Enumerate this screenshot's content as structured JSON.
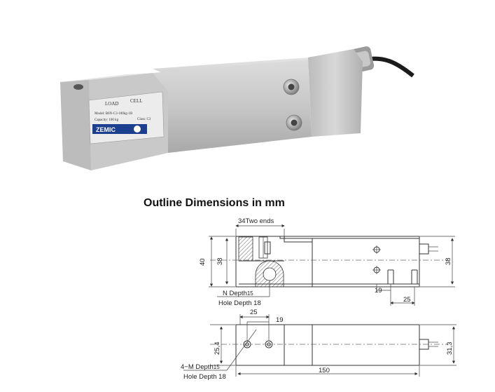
{
  "photo": {
    "label_line1": "LOAD",
    "label_line2": "CELL",
    "label_model": "Model: B6N-C3-100kg-1B",
    "label_capacity": "Capacity: 100 kg",
    "label_class": "Class: C3",
    "brand": "ZEMIC",
    "brand_colour": "#1c3f8f"
  },
  "title": "Outline Dimensions in mm",
  "dims": {
    "two_ends": "34Two ends",
    "side_40": "40",
    "side_38": "38",
    "right_38": "38",
    "n_depth": "N  Depth",
    "n_depth_sub": "15",
    "hole_depth_top": "Hole Depth 18",
    "d19_top": "19",
    "d25_top": "25",
    "d25_bottom": "25",
    "d19_bottom": "19",
    "d25_4": "25,4",
    "d31_3": "31,3",
    "m_depth": "4−M Depth",
    "m_depth_sub": "15",
    "hole_depth_bottom": "Hole Depth 18",
    "d150": "150"
  }
}
